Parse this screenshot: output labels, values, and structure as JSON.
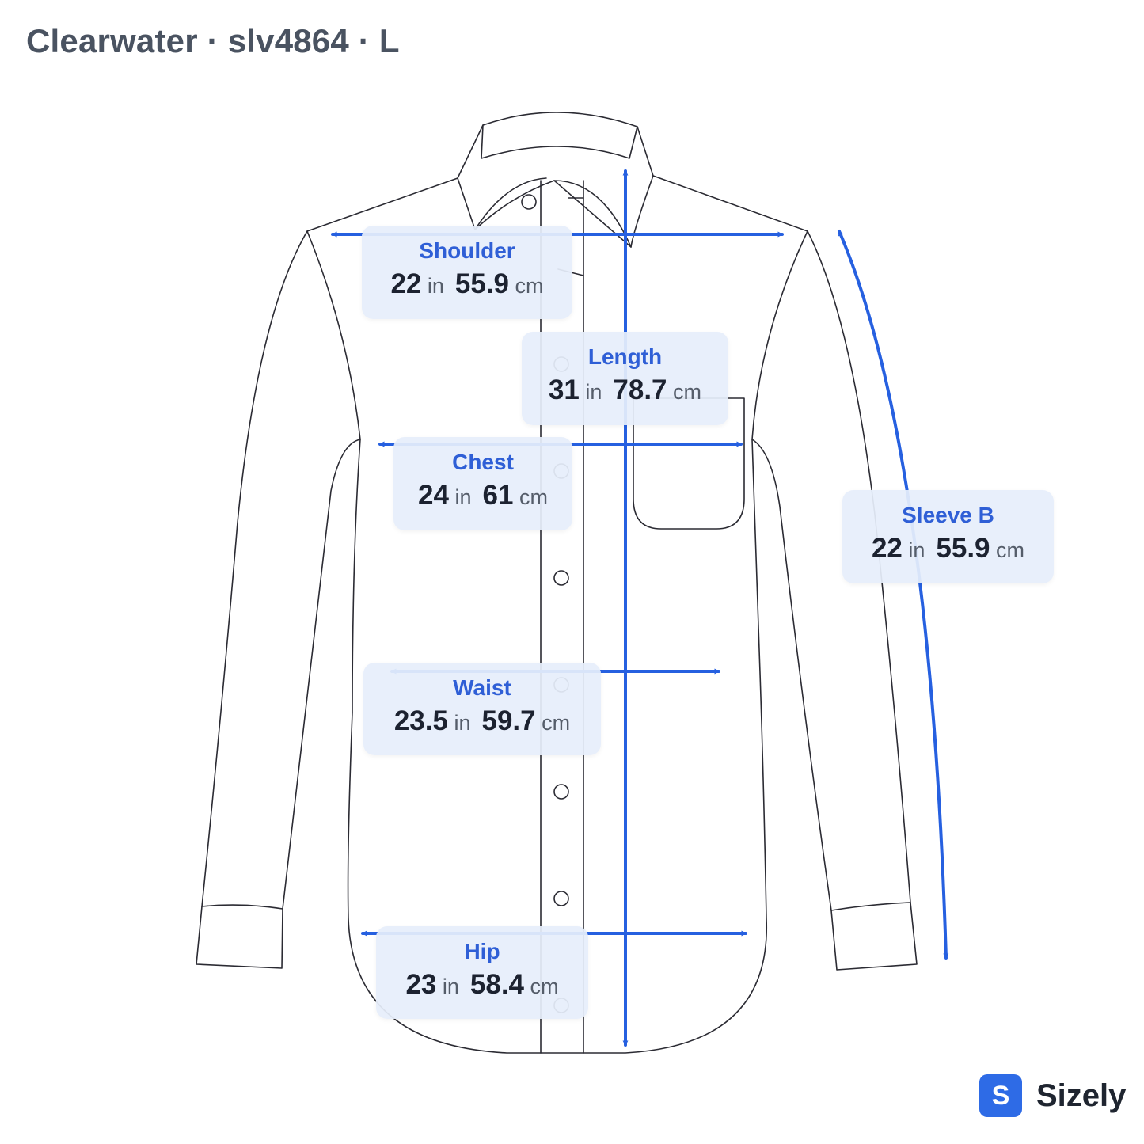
{
  "title": "Clearwater · slv4864 · L",
  "colors": {
    "accent": "#2f5fd6",
    "arrow": "#2660e0",
    "outline": "#2b2b33",
    "box": "#e6eefb"
  },
  "measurements": {
    "shoulder": {
      "label": "Shoulder",
      "in": "22",
      "cm": "55.9"
    },
    "length": {
      "label": "Length",
      "in": "31",
      "cm": "78.7"
    },
    "chest": {
      "label": "Chest",
      "in": "24",
      "cm": "61"
    },
    "sleeve": {
      "label": "Sleeve B",
      "in": "22",
      "cm": "55.9"
    },
    "waist": {
      "label": "Waist",
      "in": "23.5",
      "cm": "59.7"
    },
    "hip": {
      "label": "Hip",
      "in": "23",
      "cm": "58.4"
    }
  },
  "units": {
    "in": "in",
    "cm": "cm"
  },
  "brand": {
    "name": "Sizely",
    "logo_letter": "S"
  }
}
